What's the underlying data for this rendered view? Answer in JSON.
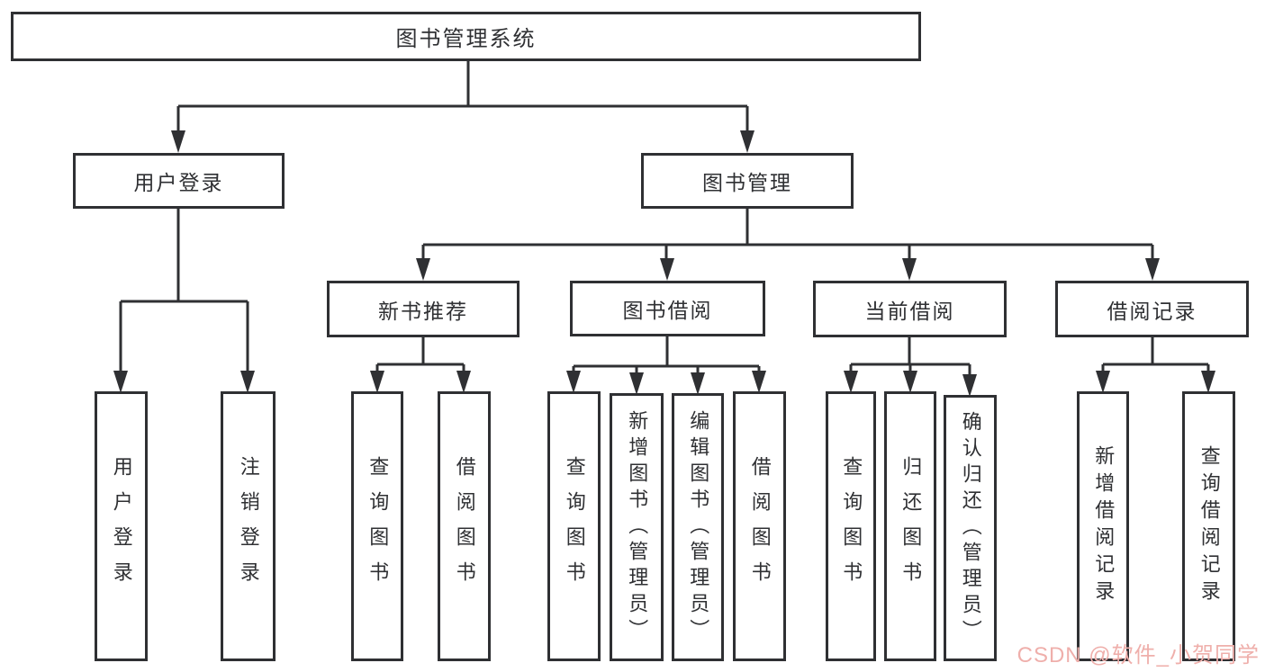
{
  "colors": {
    "line": "#2f3033",
    "text": "#2f3033",
    "background": "#ffffff",
    "watermark": "#efafab"
  },
  "watermark": "CSDN @软件_小贺同学",
  "tree": {
    "root": {
      "label": "图书管理系统"
    },
    "branches": [
      {
        "label": "用户登录",
        "children": [
          {
            "label": "用户登录"
          },
          {
            "label": "注销登录"
          }
        ]
      },
      {
        "label": "图书管理",
        "sections": [
          {
            "label": "新书推荐",
            "children": [
              {
                "label": "查询图书"
              },
              {
                "label": "借阅图书"
              }
            ]
          },
          {
            "label": "图书借阅",
            "children": [
              {
                "label": "查询图书"
              },
              {
                "label": "新增图书（管理员）"
              },
              {
                "label": "编辑图书（管理员）"
              },
              {
                "label": "借阅图书"
              }
            ]
          },
          {
            "label": "当前借阅",
            "children": [
              {
                "label": "查询图书"
              },
              {
                "label": "归还图书"
              },
              {
                "label": "确认归还（管理员）"
              }
            ]
          },
          {
            "label": "借阅记录",
            "children": [
              {
                "label": "新增借阅记录"
              },
              {
                "label": "查询借阅记录"
              }
            ]
          }
        ]
      }
    ]
  }
}
